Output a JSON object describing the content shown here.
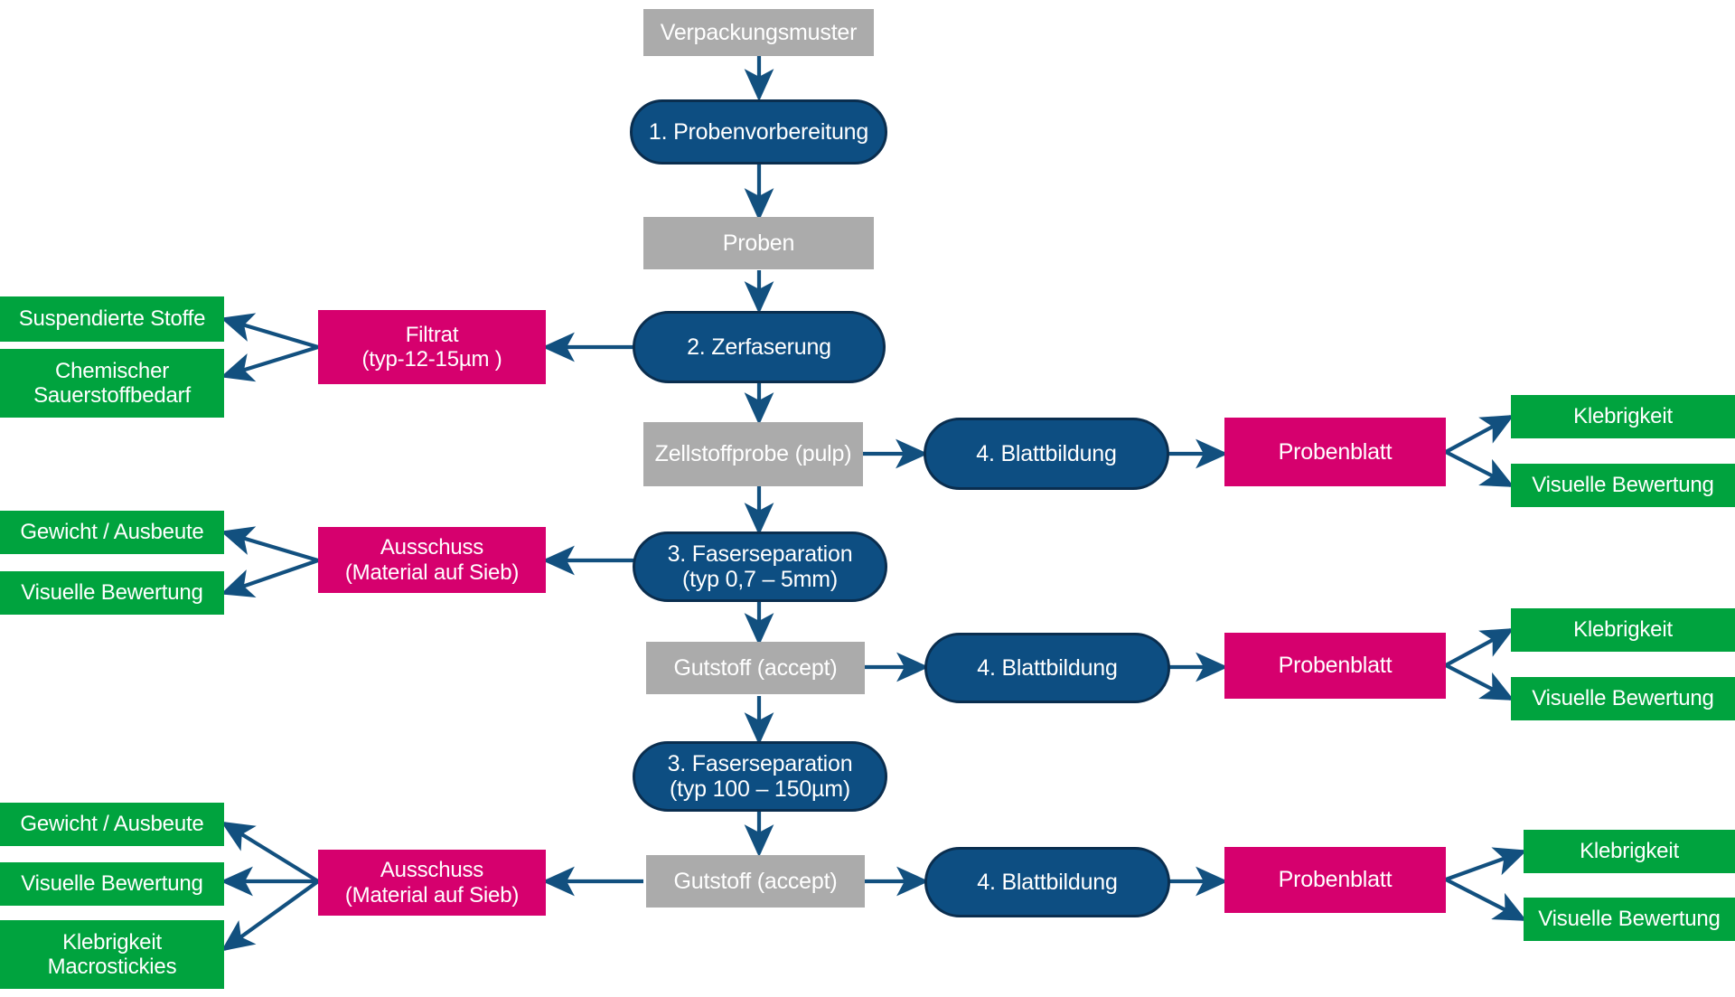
{
  "diagram": {
    "title": "Verpackungsmuster Pruefablauf",
    "colors": {
      "material": "#ababab",
      "process": "#0d4e82",
      "process_border": "#0a2e4f",
      "fraction": "#d6006e",
      "measurement": "#00a33e",
      "arrow": "#12507f",
      "background": "#ffffff",
      "text": "#ffffff"
    },
    "legend_types": {
      "gray": "material",
      "blue": "process-step",
      "pink": "fraction",
      "green": "measurement"
    }
  },
  "nodes": {
    "verpackungsmuster": "Verpackungsmuster",
    "step1": "1. Probenvorbereitung",
    "proben": "Proben",
    "step2": "2. Zerfaserung",
    "filtrat": "Filtrat\n(typ-12-15µm )",
    "suspendierte_stoffe": "Suspendierte Stoffe",
    "chemischer_sauerstoffbedarf": "Chemischer\nSauerstoffbedarf",
    "zellstoffprobe": "Zellstoffprobe (pulp)",
    "blattbildung_1": "4. Blattbildung",
    "probenblatt_1": "Probenblatt",
    "klebrigkeit_1": "Klebrigkeit",
    "visuelle_bewertung_1": "Visuelle Bewertung",
    "step3_a": "3. Faserseparation\n(typ 0,7 – 5mm)",
    "ausschuss_1": "Ausschuss\n(Material auf Sieb)",
    "gewicht_ausbeute_1": "Gewicht / Ausbeute",
    "visuelle_bewertung_2": "Visuelle Bewertung",
    "gutstoff_1": "Gutstoff (accept)",
    "blattbildung_2": "4. Blattbildung",
    "probenblatt_2": "Probenblatt",
    "klebrigkeit_2": "Klebrigkeit",
    "visuelle_bewertung_3": "Visuelle Bewertung",
    "step3_b": "3. Faserseparation\n(typ 100 – 150µm)",
    "gutstoff_2": "Gutstoff (accept)",
    "ausschuss_2": "Ausschuss\n(Material auf Sieb)",
    "gewicht_ausbeute_2": "Gewicht / Ausbeute",
    "visuelle_bewertung_4": "Visuelle Bewertung",
    "klebrigkeit_macrostickies": "Klebrigkeit\nMacrostickies",
    "blattbildung_3": "4. Blattbildung",
    "probenblatt_3": "Probenblatt",
    "klebrigkeit_3": "Klebrigkeit",
    "visuelle_bewertung_5": "Visuelle Bewertung"
  }
}
